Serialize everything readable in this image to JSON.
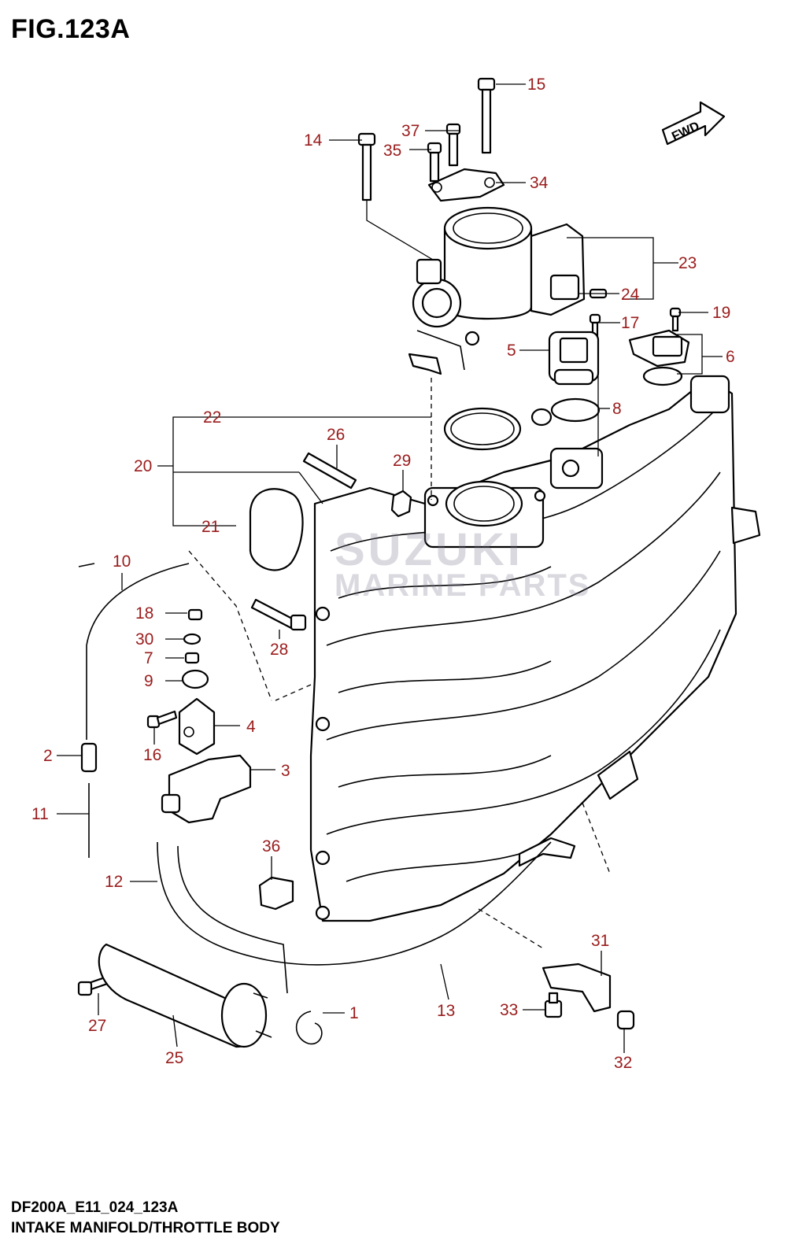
{
  "figure_title": "FIG.123A",
  "fwd_label": "FWD",
  "watermark": {
    "line1": "SUZUKI",
    "line2": "MARINE PARTS"
  },
  "footer": {
    "code": "DF200A_E11_024_123A",
    "caption": "INTAKE MANIFOLD/THROTTLE BODY"
  },
  "callouts": [
    "15",
    "37",
    "14",
    "35",
    "34",
    "23",
    "24",
    "17",
    "19",
    "5",
    "6",
    "8",
    "22",
    "26",
    "29",
    "20",
    "21",
    "10",
    "18",
    "28",
    "30",
    "7",
    "9",
    "4",
    "16",
    "2",
    "3",
    "11",
    "36",
    "12",
    "31",
    "13",
    "33",
    "1",
    "27",
    "25",
    "32"
  ],
  "colors": {
    "callout": "#9a1c1c",
    "line": "#000000"
  }
}
